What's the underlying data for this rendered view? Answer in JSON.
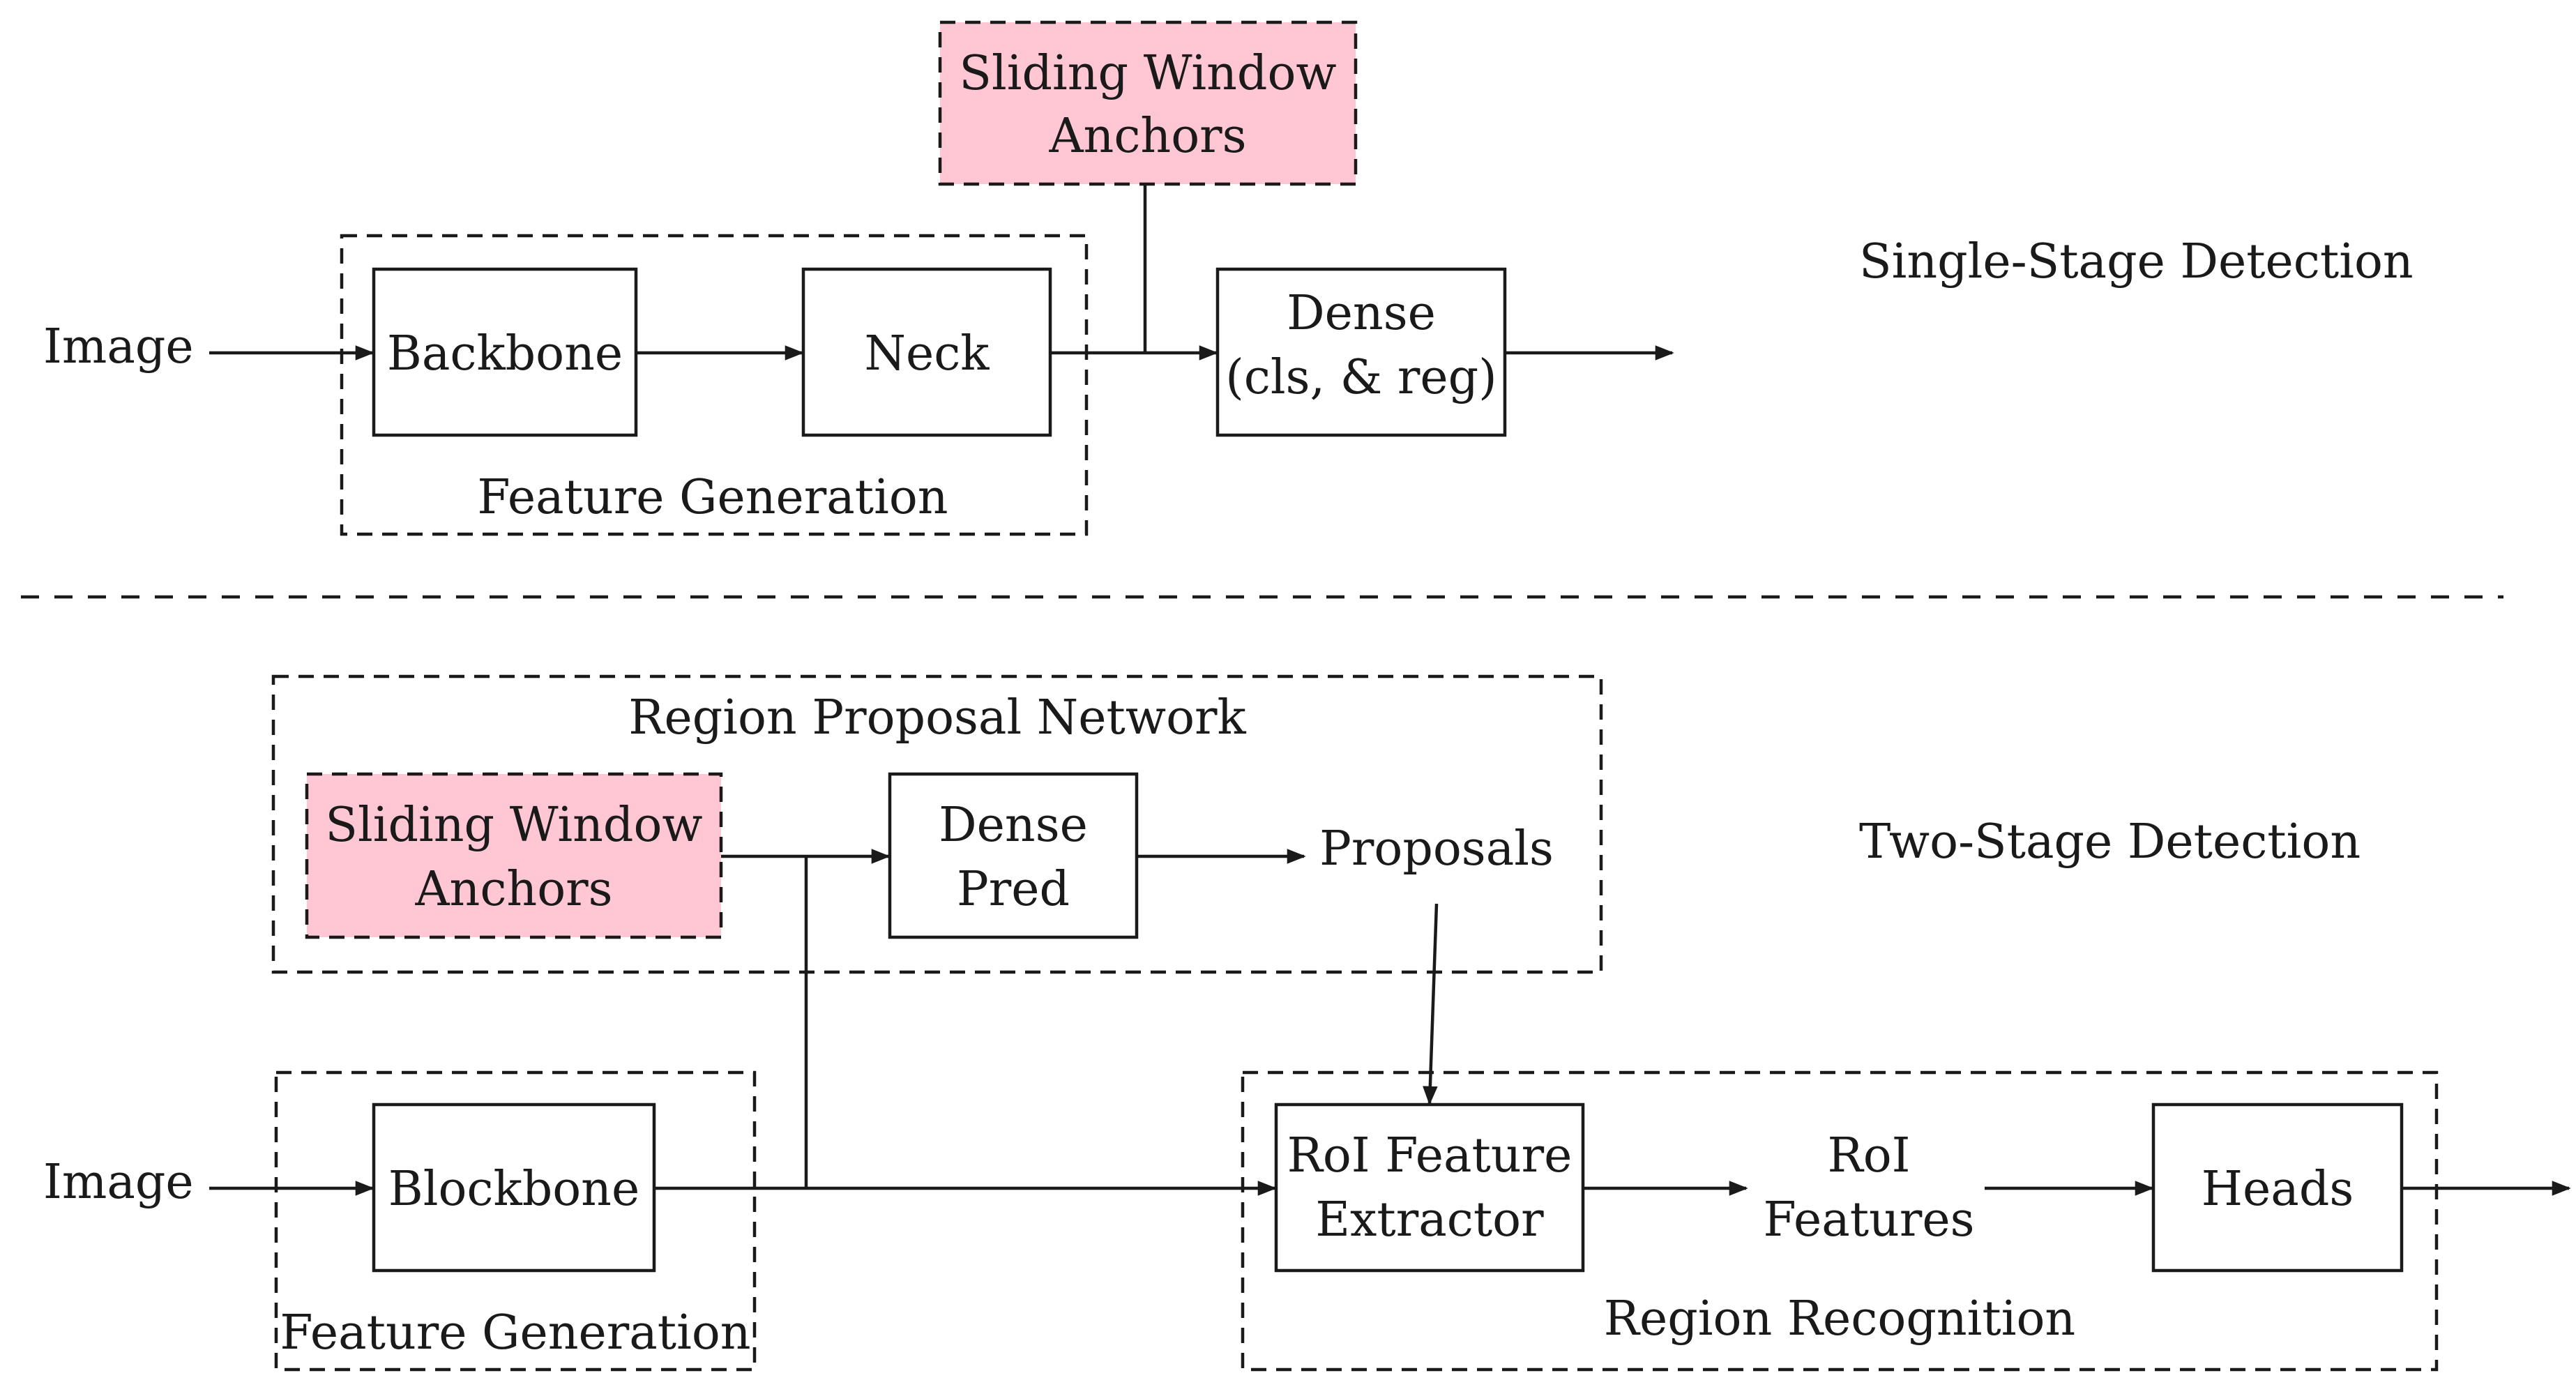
{
  "colors": {
    "anchor_fill": "#ffc6d3",
    "stroke": "#1a1a1a",
    "background": "#ffffff"
  },
  "single_stage": {
    "title": "Single-Stage Detection",
    "input": "Image",
    "backbone": "Backbone",
    "neck": "Neck",
    "feature_group": "Feature Generation",
    "anchors": [
      "Sliding Window",
      "Anchors"
    ],
    "dense": [
      "Dense",
      "(cls, & reg)"
    ]
  },
  "two_stage": {
    "title": "Two-Stage Detection",
    "rpn_group": "Region Proposal Network",
    "anchors": [
      "Sliding Window",
      "Anchors"
    ],
    "dense_pred": [
      "Dense",
      "Pred"
    ],
    "proposals": "Proposals",
    "input": "Image",
    "backbone": "Blockbone",
    "feature_group": "Feature Generation",
    "roi_extractor": [
      "RoI Feature",
      "Extractor"
    ],
    "roi_features": [
      "RoI",
      "Features"
    ],
    "heads": "Heads",
    "recognition_group": "Region Recognition"
  }
}
